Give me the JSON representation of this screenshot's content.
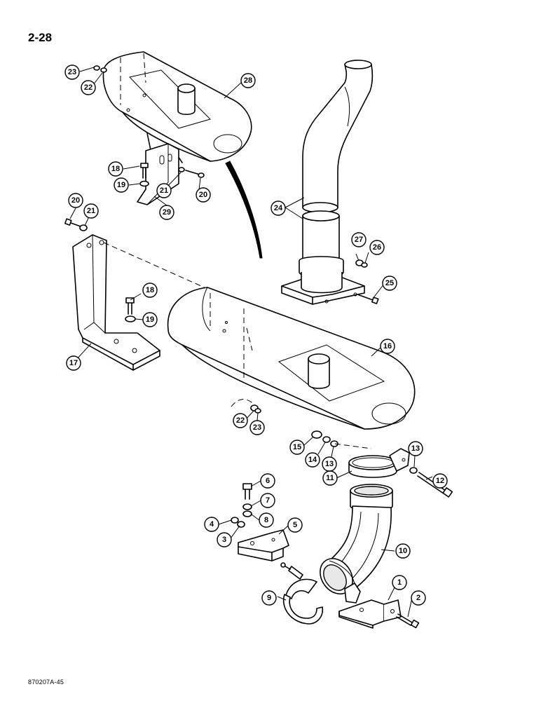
{
  "page_number": "2-28",
  "document_code": "870207A-45",
  "callouts": [
    {
      "id": "c1",
      "label": "1"
    },
    {
      "id": "c2",
      "label": "2"
    },
    {
      "id": "c3",
      "label": "3"
    },
    {
      "id": "c4",
      "label": "4"
    },
    {
      "id": "c5",
      "label": "5"
    },
    {
      "id": "c6",
      "label": "6"
    },
    {
      "id": "c7",
      "label": "7"
    },
    {
      "id": "c8",
      "label": "8"
    },
    {
      "id": "c9",
      "label": "9"
    },
    {
      "id": "c10",
      "label": "10"
    },
    {
      "id": "c11",
      "label": "11"
    },
    {
      "id": "c12",
      "label": "12"
    },
    {
      "id": "c13a",
      "label": "13"
    },
    {
      "id": "c13b",
      "label": "13"
    },
    {
      "id": "c14",
      "label": "14"
    },
    {
      "id": "c15",
      "label": "15"
    },
    {
      "id": "c16",
      "label": "16"
    },
    {
      "id": "c17",
      "label": "17"
    },
    {
      "id": "c18a",
      "label": "18"
    },
    {
      "id": "c18b",
      "label": "18"
    },
    {
      "id": "c19a",
      "label": "19"
    },
    {
      "id": "c19b",
      "label": "19"
    },
    {
      "id": "c20a",
      "label": "20"
    },
    {
      "id": "c20b",
      "label": "20"
    },
    {
      "id": "c21a",
      "label": "21"
    },
    {
      "id": "c21b",
      "label": "21"
    },
    {
      "id": "c22a",
      "label": "22"
    },
    {
      "id": "c22b",
      "label": "22"
    },
    {
      "id": "c23a",
      "label": "23"
    },
    {
      "id": "c23b",
      "label": "23"
    },
    {
      "id": "c24",
      "label": "24"
    },
    {
      "id": "c25",
      "label": "25"
    },
    {
      "id": "c26",
      "label": "26"
    },
    {
      "id": "c27",
      "label": "27"
    },
    {
      "id": "c28",
      "label": "28"
    },
    {
      "id": "c29",
      "label": "29"
    }
  ]
}
